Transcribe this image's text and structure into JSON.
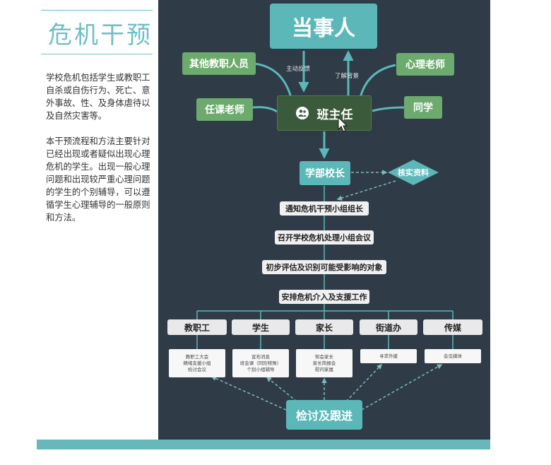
{
  "title": "危机干预",
  "paragraphs": [
    "学校危机包括学生或教职工自杀或自伤行为、死亡、意外事故、性、及身体虐待以及自然灾害等。",
    "本干预流程和方法主要针对已经出现或者疑似出现心理危机的学生。出现一般心理问题和出现较严重心理问题的学生的个别辅导，可以遵循学生心理辅导的一般原则和方法。"
  ],
  "diagram": {
    "top": "当事人",
    "center": "班主任",
    "center_icon": "people-icon",
    "left_nodes": [
      "其他教职人员",
      "任课老师"
    ],
    "right_nodes": [
      "心理老师",
      "同学"
    ],
    "label_feedback": "主动反馈",
    "label_background": "了解背景",
    "principal": "学部校长",
    "verify": "核实资料",
    "steps": [
      "通知危机干预小组组长",
      "召开学校危机处理小组会议",
      "初步评估及识别可能受影响的对象",
      "安排危机介入及支援工作"
    ],
    "categories": [
      "教职工",
      "学生",
      "家长",
      "街道办",
      "传媒"
    ],
    "details": [
      [
        "教职工大会",
        "精绪支援小组",
        "检讨会议"
      ],
      [
        "宣布消息",
        "班会课（同险特殊）",
        "个别小组辅导"
      ],
      [
        "知会家长",
        "家长简报会",
        "慰问家属"
      ],
      [
        "寻求外援"
      ],
      [
        "会见媒体"
      ]
    ],
    "review": "检讨及跟进"
  },
  "colors": {
    "panel": "#2f3b47",
    "teal": "#5bb7b8",
    "green": "#6caa6e",
    "accent_bar": "#67b7bb"
  }
}
